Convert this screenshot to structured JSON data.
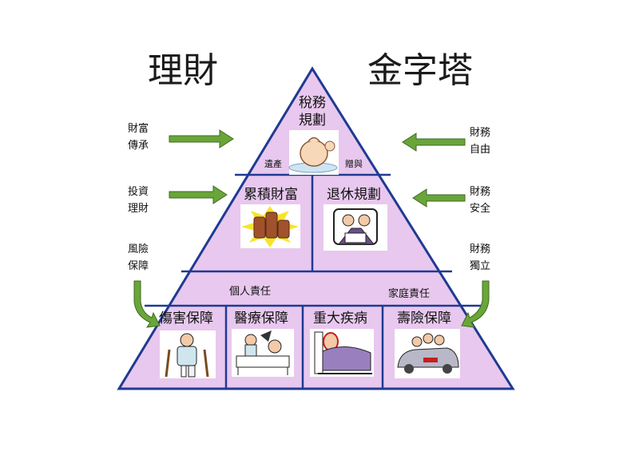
{
  "title_left": "理財",
  "title_right": "金字塔",
  "apex": {
    "line1": "稅務",
    "line2": "規劃",
    "left_note": "遺產",
    "right_note": "贈與"
  },
  "middle": {
    "left": "累積財富",
    "right": "退休規劃"
  },
  "band": {
    "left": "個人責任",
    "right": "家庭責任"
  },
  "base": [
    "傷害保障",
    "醫療保障",
    "重大疾病",
    "壽險保障"
  ],
  "left_side": [
    {
      "line1": "財富",
      "line2": "傳承"
    },
    {
      "line1": "投資",
      "line2": "理財"
    },
    {
      "line1": "風險",
      "line2": "保障"
    }
  ],
  "right_side": [
    {
      "line1": "財務",
      "line2": "自由"
    },
    {
      "line1": "財務",
      "line2": "安全"
    },
    {
      "line1": "財務",
      "line2": "獨立"
    }
  ],
  "colors": {
    "pyramid_fill": "#e8c8ee",
    "pyramid_stroke": "#1f3a93",
    "arrow": "#6aa53a"
  }
}
